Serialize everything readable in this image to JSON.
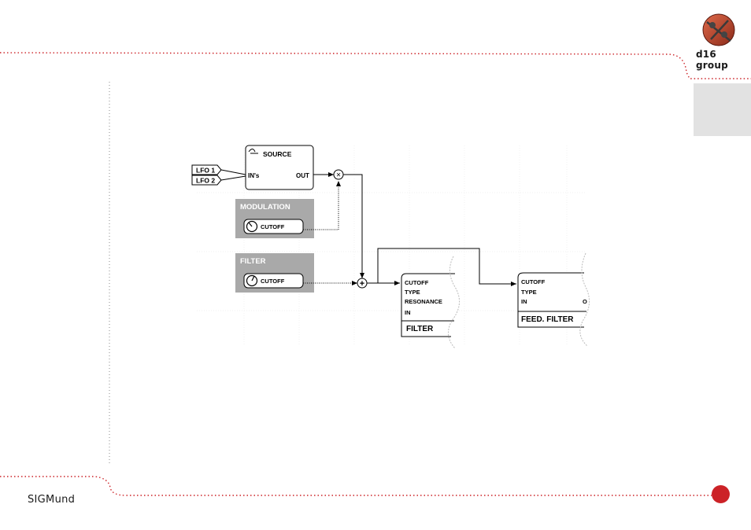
{
  "branding": {
    "top_logo_text": "d16 group",
    "bottom_logo_text": "SIGMund",
    "accent_color": "#cc2227",
    "tab_color": "#e2e2e2"
  },
  "diagram": {
    "source_block": {
      "title": "SOURCE",
      "input_label": "IN's",
      "output_label": "OUT"
    },
    "lfo_inputs": [
      "LFO 1",
      "LFO 2"
    ],
    "modulation_panel": {
      "title": "MODULATION",
      "knob_label": "CUTOFF"
    },
    "filter_panel": {
      "title": "FILTER",
      "knob_label": "CUTOFF"
    },
    "filter_block": {
      "params": [
        "CUTOFF",
        "TYPE",
        "RESONANCE",
        "IN"
      ],
      "title": "FILTER"
    },
    "feed_filter_block": {
      "params": [
        "CUTOFF",
        "TYPE",
        "IN"
      ],
      "output_label": "O",
      "title": "FEED. FILTER"
    },
    "multiply_symbol": "×",
    "sum_symbol": "+"
  }
}
